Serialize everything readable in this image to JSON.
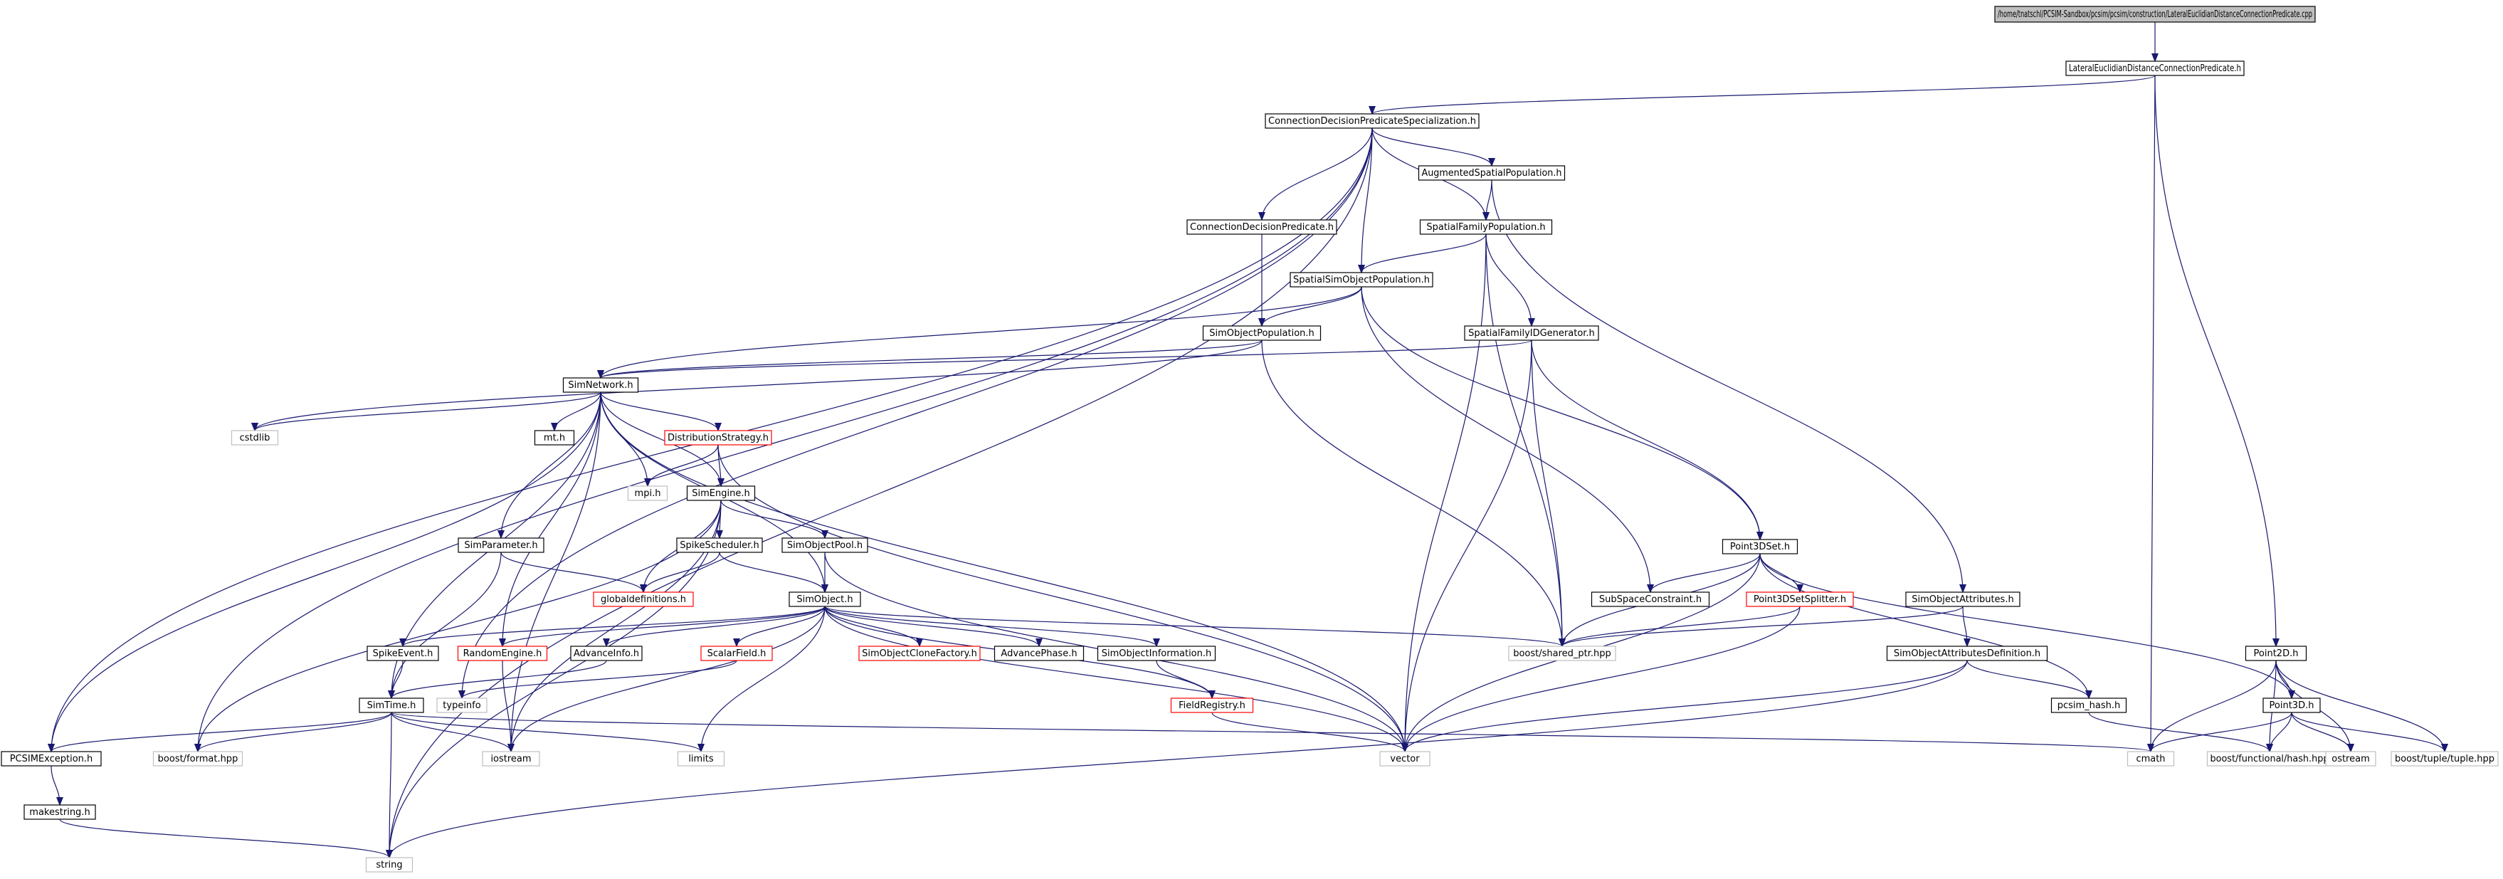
{
  "colors": {
    "edge": "#191970",
    "border_normal": "#000000",
    "border_missing": "#bfbfbf",
    "border_truncated": "#ff0000",
    "root_fill": "#bfbfbf",
    "text": "#000000"
  },
  "nodes": [
    {
      "id": "root",
      "label": "/home/tnatschl/PCSIM-Sandbox/pcsim/pcsim/construction/LateralEuclidianDistanceConnectionPredicate.cpp",
      "kind": "root"
    },
    {
      "id": "lateral_h",
      "label": "LateralEuclidianDistanceConnectionPredicate.h",
      "kind": "normal"
    },
    {
      "id": "cdps_h",
      "label": "ConnectionDecisionPredicateSpecialization.h",
      "kind": "normal"
    },
    {
      "id": "augmented_h",
      "label": "AugmentedSpatialPopulation.h",
      "kind": "normal"
    },
    {
      "id": "cdp_h",
      "label": "ConnectionDecisionPredicate.h",
      "kind": "normal"
    },
    {
      "id": "sfp_h",
      "label": "SpatialFamilyPopulation.h",
      "kind": "normal"
    },
    {
      "id": "ssop_h",
      "label": "SpatialSimObjectPopulation.h",
      "kind": "normal"
    },
    {
      "id": "sop_h",
      "label": "SimObjectPopulation.h",
      "kind": "normal"
    },
    {
      "id": "sfidg_h",
      "label": "SpatialFamilyIDGenerator.h",
      "kind": "normal"
    },
    {
      "id": "simnetwork_h",
      "label": "SimNetwork.h",
      "kind": "normal"
    },
    {
      "id": "cstdlib",
      "label": "cstdlib",
      "kind": "missing"
    },
    {
      "id": "mt_h",
      "label": "mt.h",
      "kind": "normal"
    },
    {
      "id": "diststrat_h",
      "label": "DistributionStrategy.h",
      "kind": "truncated"
    },
    {
      "id": "mpi_h",
      "label": "mpi.h",
      "kind": "missing"
    },
    {
      "id": "simengine_h",
      "label": "SimEngine.h",
      "kind": "normal"
    },
    {
      "id": "simparameter_h",
      "label": "SimParameter.h",
      "kind": "normal"
    },
    {
      "id": "spikescheduler_h",
      "label": "SpikeScheduler.h",
      "kind": "normal"
    },
    {
      "id": "simobjectpool_h",
      "label": "SimObjectPool.h",
      "kind": "normal"
    },
    {
      "id": "globaldefs_h",
      "label": "globaldefinitions.h",
      "kind": "truncated"
    },
    {
      "id": "simobject_h",
      "label": "SimObject.h",
      "kind": "normal"
    },
    {
      "id": "spikeevent_h",
      "label": "SpikeEvent.h",
      "kind": "normal"
    },
    {
      "id": "randomengine_h",
      "label": "RandomEngine.h",
      "kind": "truncated"
    },
    {
      "id": "advanceinfo_h",
      "label": "AdvanceInfo.h",
      "kind": "normal"
    },
    {
      "id": "scalarfield_h",
      "label": "ScalarField.h",
      "kind": "truncated"
    },
    {
      "id": "clonefactory_h",
      "label": "SimObjectCloneFactory.h",
      "kind": "truncated"
    },
    {
      "id": "advancephase_h",
      "label": "AdvancePhase.h",
      "kind": "normal"
    },
    {
      "id": "objinfo_h",
      "label": "SimObjectInformation.h",
      "kind": "normal"
    },
    {
      "id": "fieldregistry_h",
      "label": "FieldRegistry.h",
      "kind": "truncated"
    },
    {
      "id": "simtime_h",
      "label": "SimTime.h",
      "kind": "normal"
    },
    {
      "id": "typeinfo",
      "label": "typeinfo",
      "kind": "missing"
    },
    {
      "id": "pcsimexception_h",
      "label": "PCSIMException.h",
      "kind": "normal"
    },
    {
      "id": "boostformat",
      "label": "boost/format.hpp",
      "kind": "missing"
    },
    {
      "id": "iostream",
      "label": "iostream",
      "kind": "missing"
    },
    {
      "id": "limits",
      "label": "limits",
      "kind": "missing"
    },
    {
      "id": "vector",
      "label": "vector",
      "kind": "missing"
    },
    {
      "id": "makestring_h",
      "label": "makestring.h",
      "kind": "normal"
    },
    {
      "id": "string",
      "label": "string",
      "kind": "missing"
    },
    {
      "id": "point3dset_h",
      "label": "Point3DSet.h",
      "kind": "normal"
    },
    {
      "id": "subspace_h",
      "label": "SubSpaceConstraint.h",
      "kind": "normal"
    },
    {
      "id": "splitter_h",
      "label": "Point3DSetSplitter.h",
      "kind": "truncated"
    },
    {
      "id": "sharedptr",
      "label": "boost/shared_ptr.hpp",
      "kind": "missing"
    },
    {
      "id": "soattr_h",
      "label": "SimObjectAttributes.h",
      "kind": "normal"
    },
    {
      "id": "soattrdef_h",
      "label": "SimObjectAttributesDefinition.h",
      "kind": "normal"
    },
    {
      "id": "pcsimhash_h",
      "label": "pcsim_hash.h",
      "kind": "normal"
    },
    {
      "id": "point2d_h",
      "label": "Point2D.h",
      "kind": "normal"
    },
    {
      "id": "point3d_h",
      "label": "Point3D.h",
      "kind": "normal"
    },
    {
      "id": "cmath",
      "label": "cmath",
      "kind": "missing"
    },
    {
      "id": "boosthash",
      "label": "boost/functional/hash.hpp",
      "kind": "missing"
    },
    {
      "id": "ostream",
      "label": "ostream",
      "kind": "missing"
    },
    {
      "id": "boosttuple",
      "label": "boost/tuple/tuple.hpp",
      "kind": "missing"
    }
  ],
  "edges": [
    [
      "root",
      "lateral_h"
    ],
    [
      "lateral_h",
      "cdps_h"
    ],
    [
      "lateral_h",
      "cmath"
    ],
    [
      "lateral_h",
      "point2d_h"
    ],
    [
      "cdps_h",
      "augmented_h"
    ],
    [
      "cdps_h",
      "cdp_h"
    ],
    [
      "cdps_h",
      "sfp_h"
    ],
    [
      "cdps_h",
      "ssop_h"
    ],
    [
      "cdps_h",
      "pcsimexception_h"
    ],
    [
      "cdps_h",
      "boostformat"
    ],
    [
      "cdps_h",
      "typeinfo"
    ],
    [
      "cdps_h",
      "string"
    ],
    [
      "augmented_h",
      "sfp_h"
    ],
    [
      "augmented_h",
      "soattr_h"
    ],
    [
      "cdp_h",
      "sop_h"
    ],
    [
      "sfp_h",
      "ssop_h"
    ],
    [
      "sfp_h",
      "sfidg_h"
    ],
    [
      "sfp_h",
      "sharedptr"
    ],
    [
      "sfp_h",
      "vector"
    ],
    [
      "ssop_h",
      "sop_h"
    ],
    [
      "ssop_h",
      "simnetwork_h"
    ],
    [
      "ssop_h",
      "point3dset_h"
    ],
    [
      "ssop_h",
      "subspace_h"
    ],
    [
      "sop_h",
      "simnetwork_h"
    ],
    [
      "sop_h",
      "cstdlib"
    ],
    [
      "sop_h",
      "sharedptr"
    ],
    [
      "sfidg_h",
      "simnetwork_h"
    ],
    [
      "sfidg_h",
      "point3dset_h"
    ],
    [
      "sfidg_h",
      "sharedptr"
    ],
    [
      "sfidg_h",
      "vector"
    ],
    [
      "simnetwork_h",
      "cstdlib"
    ],
    [
      "simnetwork_h",
      "mt_h"
    ],
    [
      "simnetwork_h",
      "diststrat_h"
    ],
    [
      "simnetwork_h",
      "mpi_h"
    ],
    [
      "simnetwork_h",
      "simengine_h"
    ],
    [
      "simnetwork_h",
      "simparameter_h"
    ],
    [
      "simnetwork_h",
      "simobject_h"
    ],
    [
      "simnetwork_h",
      "randomengine_h"
    ],
    [
      "simnetwork_h",
      "simtime_h"
    ],
    [
      "simnetwork_h",
      "pcsimexception_h"
    ],
    [
      "simnetwork_h",
      "iostream"
    ],
    [
      "simnetwork_h",
      "vector"
    ],
    [
      "diststrat_h",
      "simengine_h"
    ],
    [
      "diststrat_h",
      "mpi_h"
    ],
    [
      "diststrat_h",
      "vector"
    ],
    [
      "simengine_h",
      "spikescheduler_h"
    ],
    [
      "simengine_h",
      "simobjectpool_h"
    ],
    [
      "simengine_h",
      "globaldefs_h"
    ],
    [
      "simengine_h",
      "boostformat"
    ],
    [
      "simengine_h",
      "string"
    ],
    [
      "simengine_h",
      "iostream"
    ],
    [
      "simparameter_h",
      "globaldefs_h"
    ],
    [
      "simparameter_h",
      "simtime_h"
    ],
    [
      "spikescheduler_h",
      "globaldefs_h"
    ],
    [
      "spikescheduler_h",
      "simobject_h"
    ],
    [
      "simobjectpool_h",
      "simobject_h"
    ],
    [
      "simobjectpool_h",
      "vector"
    ],
    [
      "simobject_h",
      "spikeevent_h"
    ],
    [
      "simobject_h",
      "randomengine_h"
    ],
    [
      "simobject_h",
      "advanceinfo_h"
    ],
    [
      "simobject_h",
      "scalarfield_h"
    ],
    [
      "simobject_h",
      "clonefactory_h"
    ],
    [
      "simobject_h",
      "advancephase_h"
    ],
    [
      "simobject_h",
      "objinfo_h"
    ],
    [
      "simobject_h",
      "fieldregistry_h"
    ],
    [
      "simobject_h",
      "sharedptr"
    ],
    [
      "simobject_h",
      "iostream"
    ],
    [
      "simobject_h",
      "limits"
    ],
    [
      "simobject_h",
      "vector"
    ],
    [
      "spikeevent_h",
      "simtime_h"
    ],
    [
      "randomengine_h",
      "iostream"
    ],
    [
      "advanceinfo_h",
      "simtime_h"
    ],
    [
      "scalarfield_h",
      "typeinfo"
    ],
    [
      "objinfo_h",
      "fieldregistry_h"
    ],
    [
      "fieldregistry_h",
      "vector"
    ],
    [
      "simtime_h",
      "pcsimexception_h"
    ],
    [
      "simtime_h",
      "boostformat"
    ],
    [
      "simtime_h",
      "iostream"
    ],
    [
      "simtime_h",
      "limits"
    ],
    [
      "simtime_h",
      "cmath"
    ],
    [
      "simtime_h",
      "string"
    ],
    [
      "pcsimexception_h",
      "makestring_h"
    ],
    [
      "makestring_h",
      "string"
    ],
    [
      "point3dset_h",
      "subspace_h"
    ],
    [
      "point3dset_h",
      "splitter_h"
    ],
    [
      "point3dset_h",
      "sharedptr"
    ],
    [
      "point3dset_h",
      "vector"
    ],
    [
      "point3dset_h",
      "pcsimhash_h"
    ],
    [
      "point3dset_h",
      "point3d_h"
    ],
    [
      "splitter_h",
      "sharedptr"
    ],
    [
      "splitter_h",
      "vector"
    ],
    [
      "soattr_h",
      "soattrdef_h"
    ],
    [
      "soattr_h",
      "sharedptr"
    ],
    [
      "soattrdef_h",
      "pcsimhash_h"
    ],
    [
      "soattrdef_h",
      "vector"
    ],
    [
      "soattrdef_h",
      "string"
    ],
    [
      "pcsimhash_h",
      "boosthash"
    ],
    [
      "point2d_h",
      "point3d_h"
    ],
    [
      "point2d_h",
      "cmath"
    ],
    [
      "point2d_h",
      "boosthash"
    ],
    [
      "point2d_h",
      "ostream"
    ],
    [
      "point2d_h",
      "boosttuple"
    ],
    [
      "point3d_h",
      "cmath"
    ],
    [
      "point3d_h",
      "boosthash"
    ],
    [
      "point3d_h",
      "ostream"
    ],
    [
      "point3d_h",
      "boosttuple"
    ]
  ]
}
